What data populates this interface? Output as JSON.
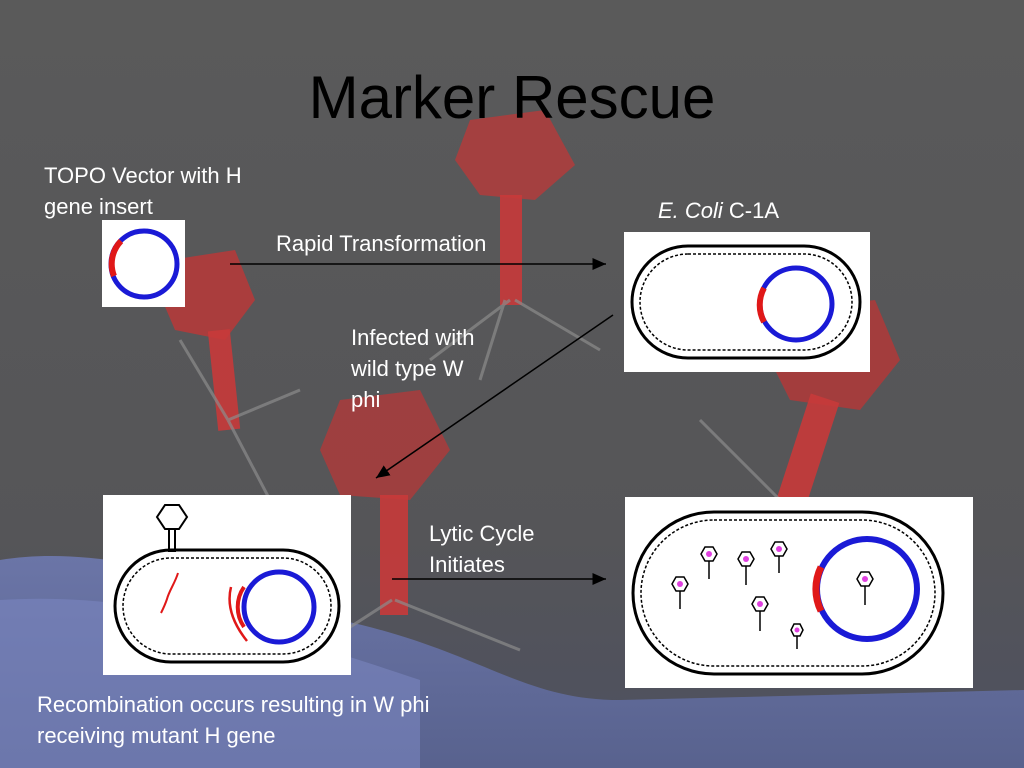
{
  "slide": {
    "title": "Marker Rescue",
    "labels": {
      "topo_vector": "TOPO Vector with H gene insert",
      "ecoli_italic": "E. Coli",
      "ecoli_strain": " C-1A",
      "rapid_transformation": "Rapid Transformation",
      "infected": "Infected with wild type W phi",
      "lytic": "Lytic Cycle Initiates",
      "recombination": "Recombination occurs resulting in W phi receiving mutant H gene"
    }
  },
  "colors": {
    "background": "#595959",
    "phage": "#c83a3a",
    "plasmid": "#1a1ad6",
    "insert": "#e01818",
    "phage_dots": "#e040e0",
    "ground": "#6f7bb5"
  }
}
